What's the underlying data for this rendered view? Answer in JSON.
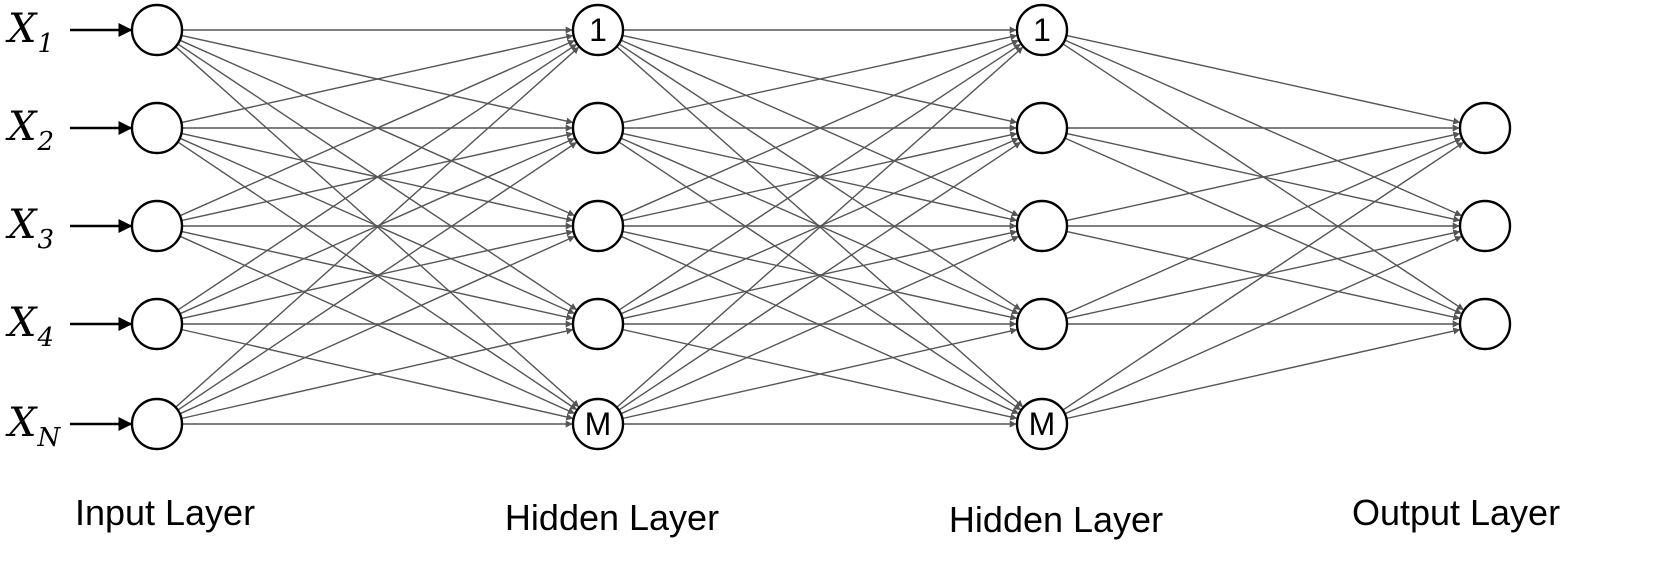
{
  "diagram": {
    "inputs": [
      {
        "symbol": "X",
        "subscript": "1"
      },
      {
        "symbol": "X",
        "subscript": "2"
      },
      {
        "symbol": "X",
        "subscript": "3"
      },
      {
        "symbol": "X",
        "subscript": "4"
      },
      {
        "symbol": "X",
        "subscript": "N"
      }
    ],
    "layers": [
      {
        "id": "input",
        "title": "Input Layer",
        "node_labels": [
          "",
          "",
          "",
          "",
          ""
        ]
      },
      {
        "id": "hidden1",
        "title": "Hidden Layer",
        "node_labels": [
          "1",
          "",
          "",
          "",
          "M"
        ]
      },
      {
        "id": "hidden2",
        "title": "Hidden Layer",
        "node_labels": [
          "1",
          "",
          "",
          "",
          "M"
        ]
      },
      {
        "id": "output",
        "title": "Output Layer",
        "node_labels": [
          "",
          "",
          ""
        ]
      }
    ],
    "connections": "fully-connected between consecutive layers",
    "colors": {
      "edge": "#555555",
      "arrowhead": "#555555",
      "node_stroke": "#000000",
      "node_fill": "#ffffff",
      "input_arrow": "#000000"
    }
  }
}
